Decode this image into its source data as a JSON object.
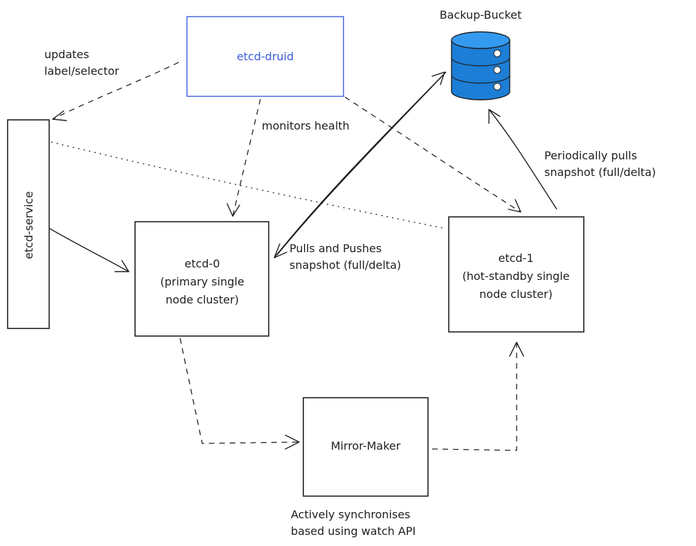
{
  "nodes": {
    "etcd_druid": {
      "label": "etcd-druid"
    },
    "etcd_service": {
      "label": "etcd-service"
    },
    "etcd0": {
      "lines": [
        "etcd-0",
        "(primary single",
        "node cluster)"
      ]
    },
    "etcd1": {
      "lines": [
        "etcd-1",
        "(hot-standby single",
        "node cluster)"
      ]
    },
    "mirror_maker": {
      "label": "Mirror-Maker"
    },
    "backup_bucket": {
      "label": "Backup-Bucket",
      "icon": "database-icon"
    }
  },
  "edges": {
    "updates_label": [
      "updates",
      "label/selector"
    ],
    "monitors_health": "monitors health",
    "pulls_pushes": [
      "Pulls and Pushes",
      "snapshot (full/delta)"
    ],
    "periodically_pulls": [
      "Periodically pulls",
      "snapshot (full/delta)"
    ],
    "actively_sync": [
      "Actively synchronises",
      "based using watch API"
    ]
  },
  "colors": {
    "druid": "#3b5bdb",
    "bucket_fill": "#1c7ed6",
    "ink": "#1e1e1e"
  }
}
